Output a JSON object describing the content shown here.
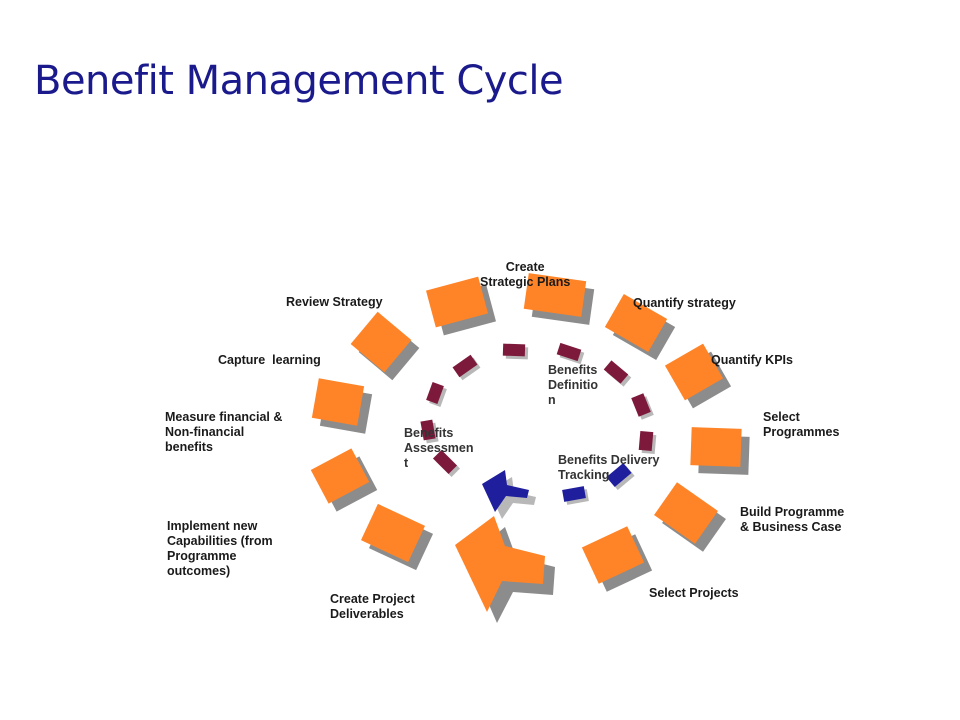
{
  "slide": {
    "title": "Benefit Management Cycle"
  },
  "colors": {
    "title": "#1a1a8c",
    "outer_segment": "#ff8427",
    "outer_shadow": "#8c8c8c",
    "inner_segment": "#7d1a3c",
    "inner_shadow": "#b8b8b8",
    "tracking_segment": "#1f1f9e",
    "arrow": "#ff8427"
  },
  "diagram": {
    "outer_stages": [
      {
        "label": "Create\nStrategic Plans"
      },
      {
        "label": "Quantify strategy"
      },
      {
        "label": "Quantify KPIs"
      },
      {
        "label": "Select\nProgrammes"
      },
      {
        "label": "Build Programme\n& Business Case"
      },
      {
        "label": "Select Projects"
      },
      {
        "label": "Create Project\nDeliverables"
      },
      {
        "label": "Implement new\nCapabilities (from\nProgramme\noutcomes)"
      },
      {
        "label": "Measure financial &\nNon-financial\nbenefits"
      },
      {
        "label": "Capture  learning"
      },
      {
        "label": "Review Strategy"
      }
    ],
    "inner_phases": [
      {
        "label": "Benefits\nDefinitio\nn"
      },
      {
        "label": "Benefits Delivery\nTracking"
      },
      {
        "label": "Benefits\nAssessmen\nt"
      }
    ]
  }
}
